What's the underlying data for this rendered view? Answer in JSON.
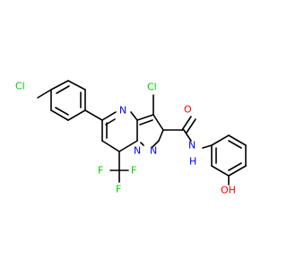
{
  "colors": {
    "bond": "#000000",
    "carbon": "#000000",
    "nitrogen": "#0000FF",
    "oxygen": "#FF0000",
    "chlorine": "#00CC00",
    "fluorine": "#00CC00"
  },
  "atom_labels": {
    "cl_phenyl": "Cl",
    "cl_pyrazole": "Cl",
    "n_pyrimidine": "N",
    "n_bridge": "N",
    "n_pyrazole": "N",
    "o_carbonyl": "O",
    "n_amide": "N",
    "h_amide": "H",
    "f_left": "F",
    "f_right": "F",
    "f_bottom": "F",
    "oh": "OH"
  }
}
